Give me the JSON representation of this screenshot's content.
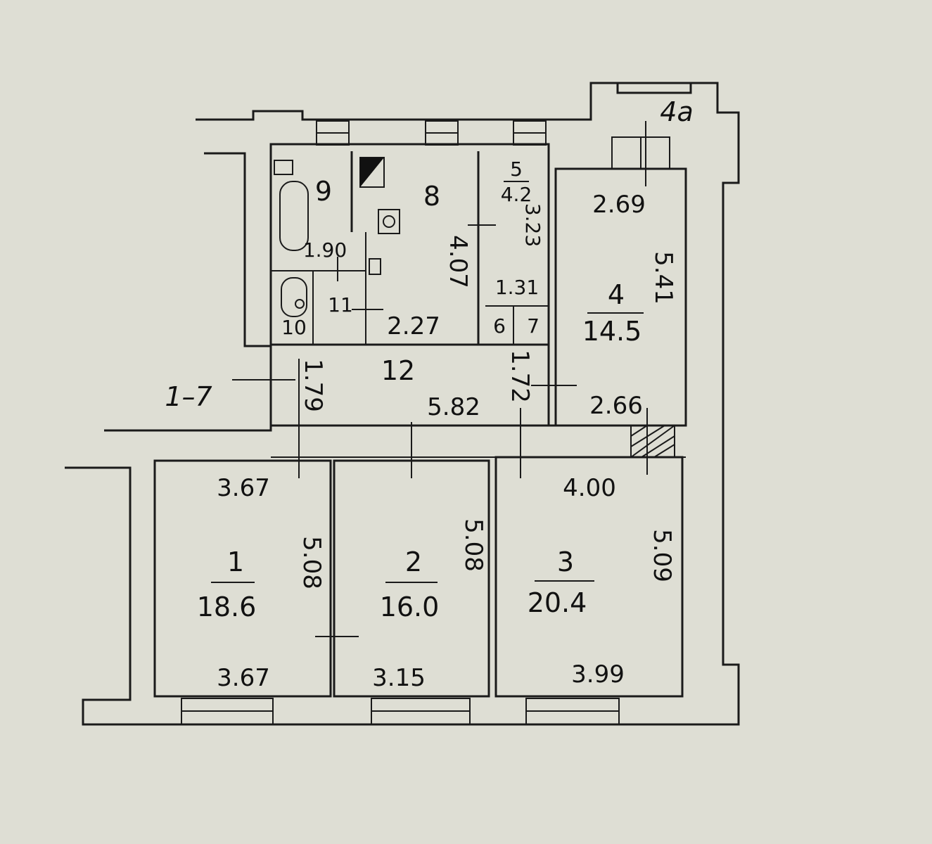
{
  "rooms": [
    {
      "number": "1",
      "area": "18.6"
    },
    {
      "number": "2",
      "area": "16.0"
    },
    {
      "number": "3",
      "area": "20.4"
    },
    {
      "number": "4",
      "area": "14.5"
    },
    {
      "number": "5",
      "area": "4.2"
    },
    {
      "number": "6"
    },
    {
      "number": "7"
    },
    {
      "number": "8"
    },
    {
      "number": "9"
    },
    {
      "number": "10"
    },
    {
      "number": "11"
    },
    {
      "number": "12"
    },
    {
      "number": "4a"
    }
  ],
  "dimensions": {
    "room1_top": "3.67",
    "room1_bottom": "3.67",
    "room1_side": "5.08",
    "room2_side": "5.08",
    "room2_bottom": "3.15",
    "room3_top": "4.00",
    "room3_side": "5.09",
    "room3_bottom": "3.99",
    "room4_top": "2.69",
    "room4_side": "5.41",
    "room4_bottom": "2.66",
    "room5_side": "3.23",
    "room5_bottom": "1.31",
    "room8_side": "4.07",
    "room8_bottom": "2.27",
    "room9_bottom": "1.90",
    "corridor_left": "1.79",
    "corridor_right": "1.72",
    "corridor_length": "5.82"
  },
  "stair_label": "1–7"
}
